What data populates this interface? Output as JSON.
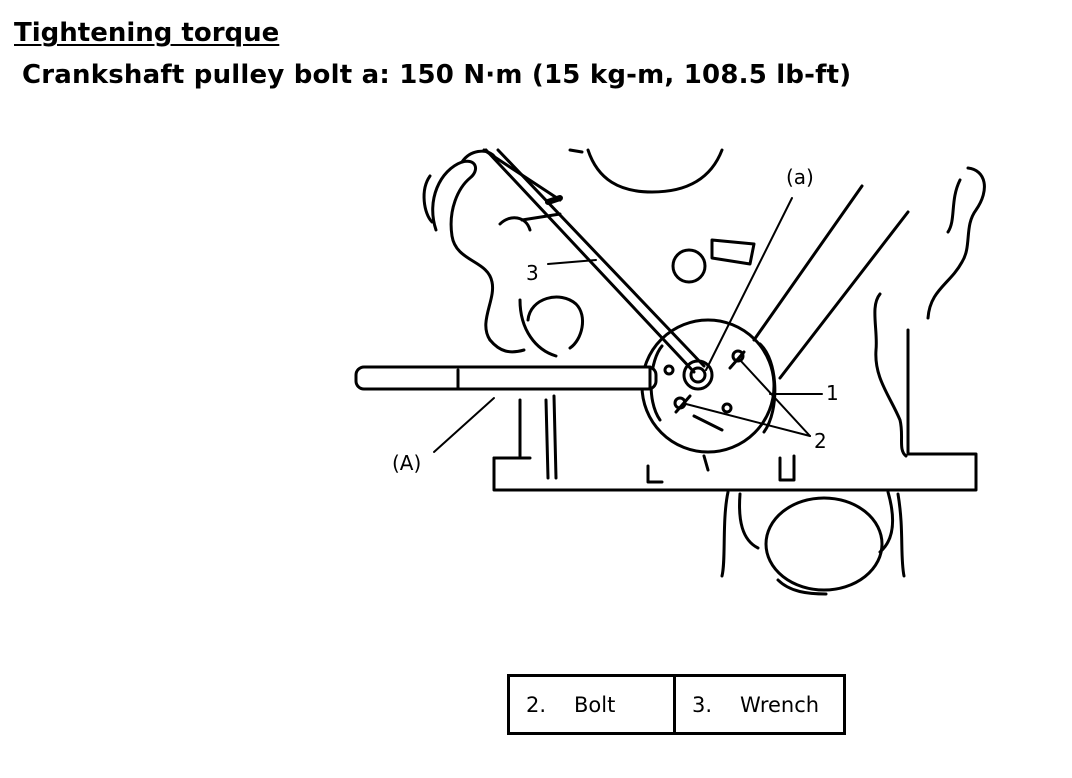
{
  "heading": "Tightening torque",
  "spec": "Crankshaft pulley bolt a: 150 N·m (15 kg-m, 108.5 lb-ft)",
  "figure": {
    "labels": {
      "a": "(a)",
      "A": "(A)",
      "one": "1",
      "two": "2",
      "three": "3"
    }
  },
  "legend": [
    {
      "num": "2.",
      "name": "Bolt"
    },
    {
      "num": "3.",
      "name": "Wrench"
    }
  ]
}
